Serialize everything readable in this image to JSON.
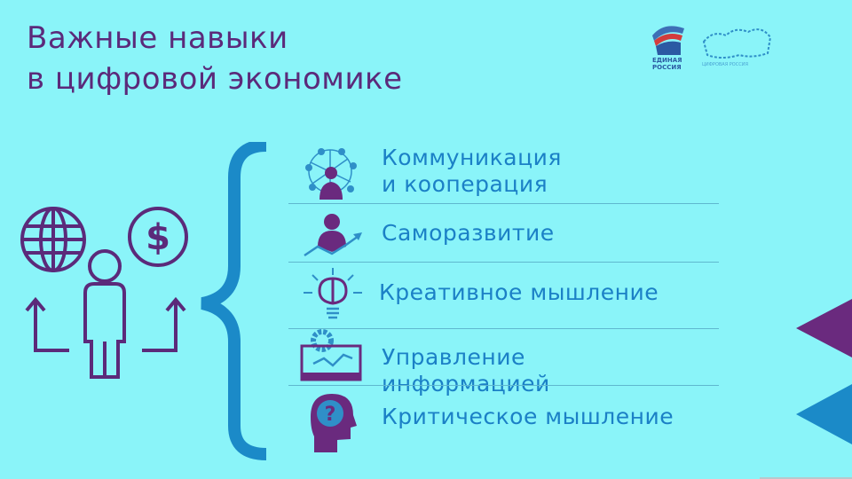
{
  "title": {
    "line1": "Важные навыки",
    "line2": "в цифровой экономике"
  },
  "logos": {
    "party": "ЕДИНАЯ РОССИЯ",
    "digital": "ЦИФРОВАЯ РОССИЯ"
  },
  "skills": [
    {
      "line1": "Коммуникация",
      "line2": "и кооперация",
      "icon": "network-person-icon"
    },
    {
      "line1": "Саморазвитие",
      "icon": "person-growth-icon"
    },
    {
      "line1": "Креативное мышление",
      "icon": "brain-bulb-icon"
    },
    {
      "line1": "Управление",
      "line2": "информацией",
      "icon": "gear-chart-monitor-icon"
    },
    {
      "line1": "Критическое мышление",
      "icon": "head-question-icon"
    }
  ],
  "colors": {
    "background": "#8af4f9",
    "title": "#5b2a7a",
    "text": "#1b80c6",
    "purple": "#6a2a7e",
    "blue": "#1b8ac8"
  }
}
